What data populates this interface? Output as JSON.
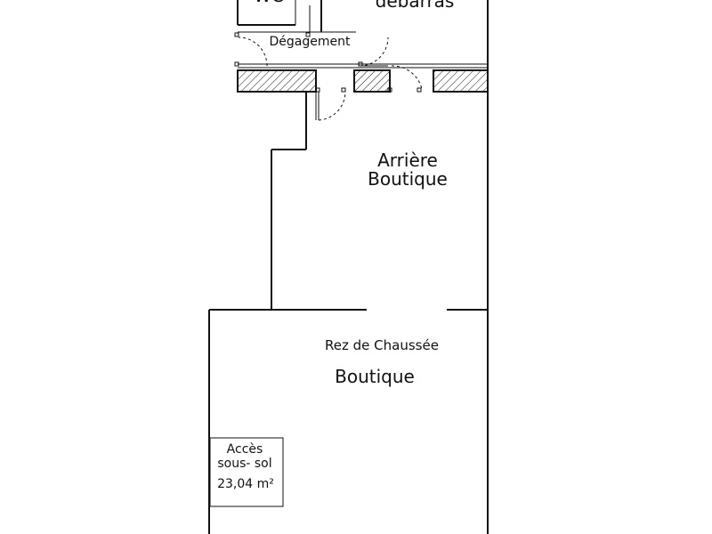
{
  "labels": {
    "debarras": "débarras",
    "degagement": "Dégagement",
    "arriere_line1": "Arrière",
    "arriere_line2": "Boutique",
    "rdc": "Rez de Chaussée",
    "boutique": "Boutique",
    "acces_line1": "Accès",
    "acces_line2": "sous- sol",
    "acces_area": "23,04 m²",
    "wc": "WC"
  },
  "colors": {
    "wall": "#111111",
    "background": "#ffffff"
  }
}
